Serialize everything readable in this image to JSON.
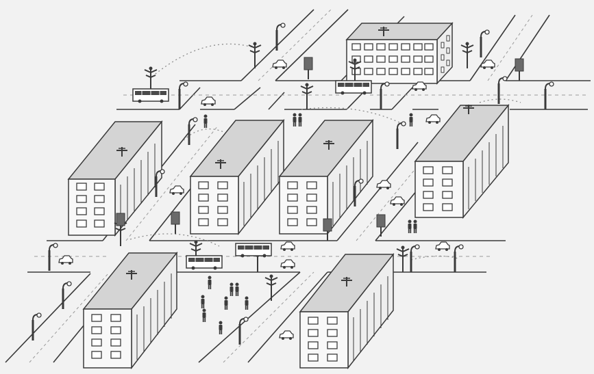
{
  "colors": {
    "background": "#f2f2f2",
    "outline": "#3a3a3a",
    "building_front": "#f8f8f8",
    "building_side": "#eeeeee",
    "building_roof": "#d4d4d4",
    "road_center_dash": "#9a9a9a",
    "wire_dots": "#8c8c8c",
    "figure_fill": "#3c3c3c"
  },
  "icons": [
    "apartment-building",
    "street-lamp",
    "streetlight-pole",
    "rooftop-antenna",
    "traffic-light",
    "bus",
    "trolleybus",
    "car",
    "pedestrian",
    "overhead-wires"
  ]
}
